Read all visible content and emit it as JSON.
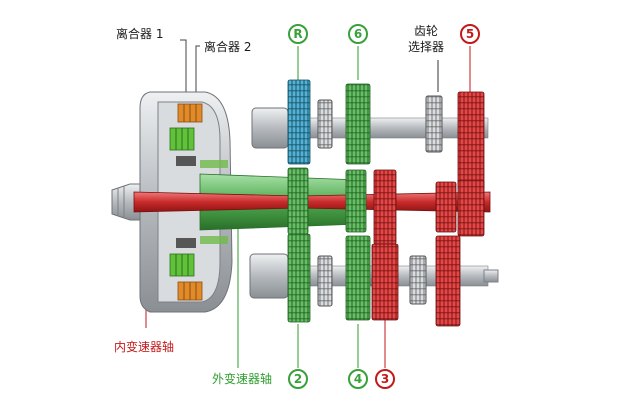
{
  "labels": {
    "clutch1": "离合器 1",
    "clutch2": "离合器 2",
    "gear_selector_line1": "齿轮",
    "gear_selector_line2": "选择器",
    "inner_shaft": "内变速器轴",
    "outer_shaft": "外变速器轴"
  },
  "gear_badges": {
    "reverse": "R",
    "sixth": "6",
    "fifth": "5",
    "second": "2",
    "fourth": "4",
    "third": "3"
  },
  "colors": {
    "inner_shaft_red": "#c92a2a",
    "outer_shaft_green": "#3fa03f",
    "reverse_blue": "#2f8fb0",
    "housing_gray": "#b9bcc0",
    "clutch_orange": "#e08a2a",
    "clutch_green": "#5fc23a"
  }
}
